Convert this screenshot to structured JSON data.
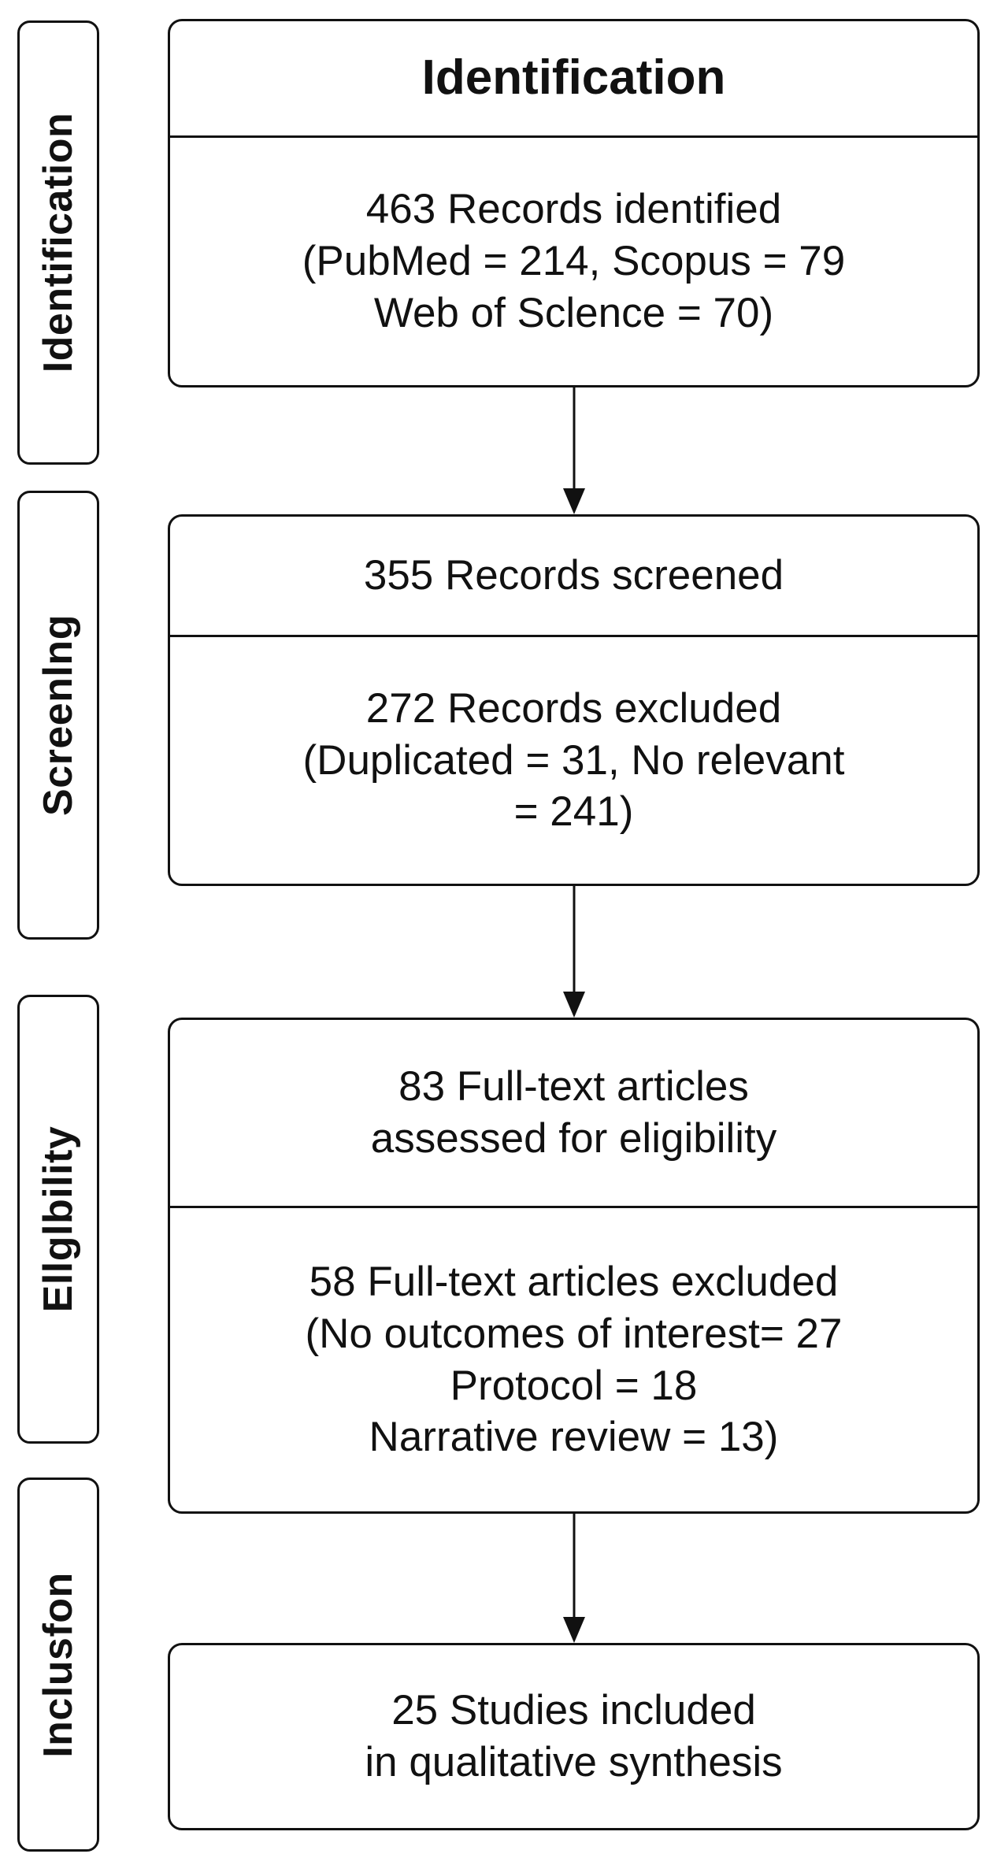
{
  "stages": {
    "identification": "Identification",
    "screening": "Screenlng",
    "eligibility": "Ellglbility",
    "inclusion": "Inclusfon"
  },
  "identification_box": {
    "title": "Identification",
    "lines": [
      "463 Records identified",
      "(PubMed = 214, Scopus = 79",
      "Web of Sclence = 70)"
    ]
  },
  "screening_box": {
    "title": "355 Records screened",
    "lines": [
      "272 Records excluded",
      "(Duplicated = 31, No relevant",
      "= 241)"
    ]
  },
  "eligibility_box": {
    "title_lines": [
      "83 Full-text articles",
      "assessed for eligibility"
    ],
    "lines": [
      "58 Full-text articles excluded",
      "(No outcomes of interest= 27",
      "Protocol = 18",
      "Narrative review  =  13)"
    ]
  },
  "inclusion_box": {
    "lines": [
      "25 Studies included",
      "in qualitative synthesis"
    ]
  }
}
